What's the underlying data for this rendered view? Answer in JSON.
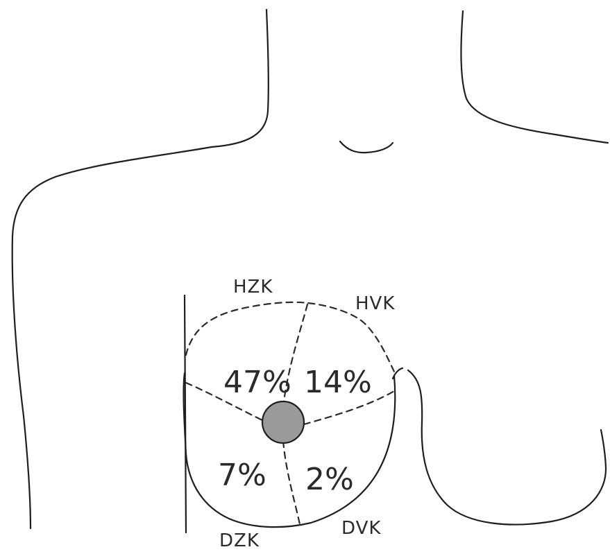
{
  "quadrants": {
    "upper_outer": "47%",
    "upper_inner": "14%",
    "lower_outer": "7%",
    "lower_inner": "2%"
  },
  "region_labels": {
    "upper_outer": "HZK",
    "upper_inner": "HVK",
    "lower_outer": "DZK",
    "lower_inner": "DVK"
  },
  "colors": {
    "line": "#1e1e1e",
    "nipple_fill": "#9a9a9a"
  }
}
